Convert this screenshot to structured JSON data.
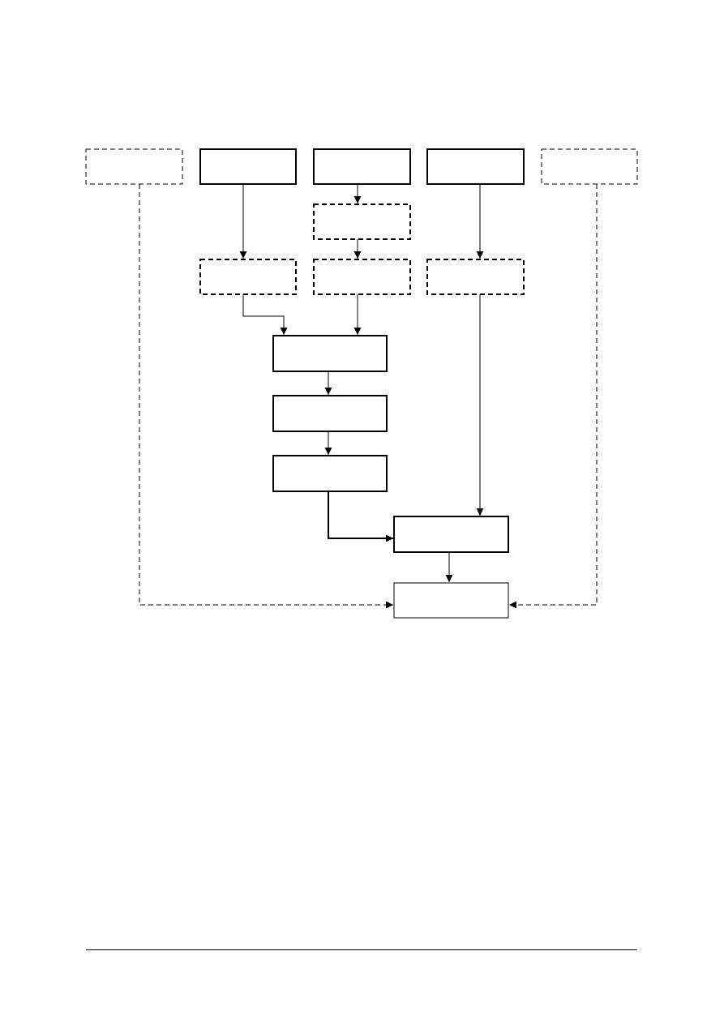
{
  "diagram": {
    "boxes": [
      {
        "id": "top-left-dashed",
        "style": "dashed",
        "label": ""
      },
      {
        "id": "top-source-1",
        "style": "solid-bold",
        "label": ""
      },
      {
        "id": "top-source-2",
        "style": "solid-bold",
        "label": ""
      },
      {
        "id": "top-source-3",
        "style": "solid-bold",
        "label": ""
      },
      {
        "id": "top-right-dashed",
        "style": "dashed",
        "label": ""
      },
      {
        "id": "intermediate-dashed",
        "style": "dashed-bold",
        "label": ""
      },
      {
        "id": "mid-dashed-1",
        "style": "dashed-bold",
        "label": ""
      },
      {
        "id": "mid-dashed-2",
        "style": "dashed-bold",
        "label": ""
      },
      {
        "id": "mid-dashed-3",
        "style": "dashed-bold",
        "label": ""
      },
      {
        "id": "process-1",
        "style": "solid-bold",
        "label": ""
      },
      {
        "id": "process-2",
        "style": "solid-bold",
        "label": ""
      },
      {
        "id": "process-3",
        "style": "solid-bold",
        "label": ""
      },
      {
        "id": "merge",
        "style": "solid-bold",
        "label": ""
      },
      {
        "id": "final-output",
        "style": "solid",
        "label": ""
      }
    ],
    "connectors": [
      {
        "from": "top-source-1",
        "to": "mid-dashed-1",
        "style": "solid"
      },
      {
        "from": "top-source-2",
        "to": "intermediate-dashed",
        "style": "solid"
      },
      {
        "from": "intermediate-dashed",
        "to": "mid-dashed-2",
        "style": "solid"
      },
      {
        "from": "top-source-3",
        "to": "mid-dashed-3",
        "style": "solid"
      },
      {
        "from": "mid-dashed-1",
        "to": "process-1",
        "style": "solid"
      },
      {
        "from": "mid-dashed-2",
        "to": "process-1",
        "style": "solid"
      },
      {
        "from": "process-1",
        "to": "process-2",
        "style": "solid"
      },
      {
        "from": "process-2",
        "to": "process-3",
        "style": "solid"
      },
      {
        "from": "process-3",
        "to": "merge",
        "style": "solid"
      },
      {
        "from": "mid-dashed-3",
        "to": "merge",
        "style": "solid"
      },
      {
        "from": "merge",
        "to": "final-output",
        "style": "solid"
      },
      {
        "from": "top-left-dashed",
        "to": "final-output",
        "style": "dashed"
      },
      {
        "from": "top-right-dashed",
        "to": "final-output",
        "style": "dashed"
      }
    ],
    "stroke_color": "#000000"
  }
}
